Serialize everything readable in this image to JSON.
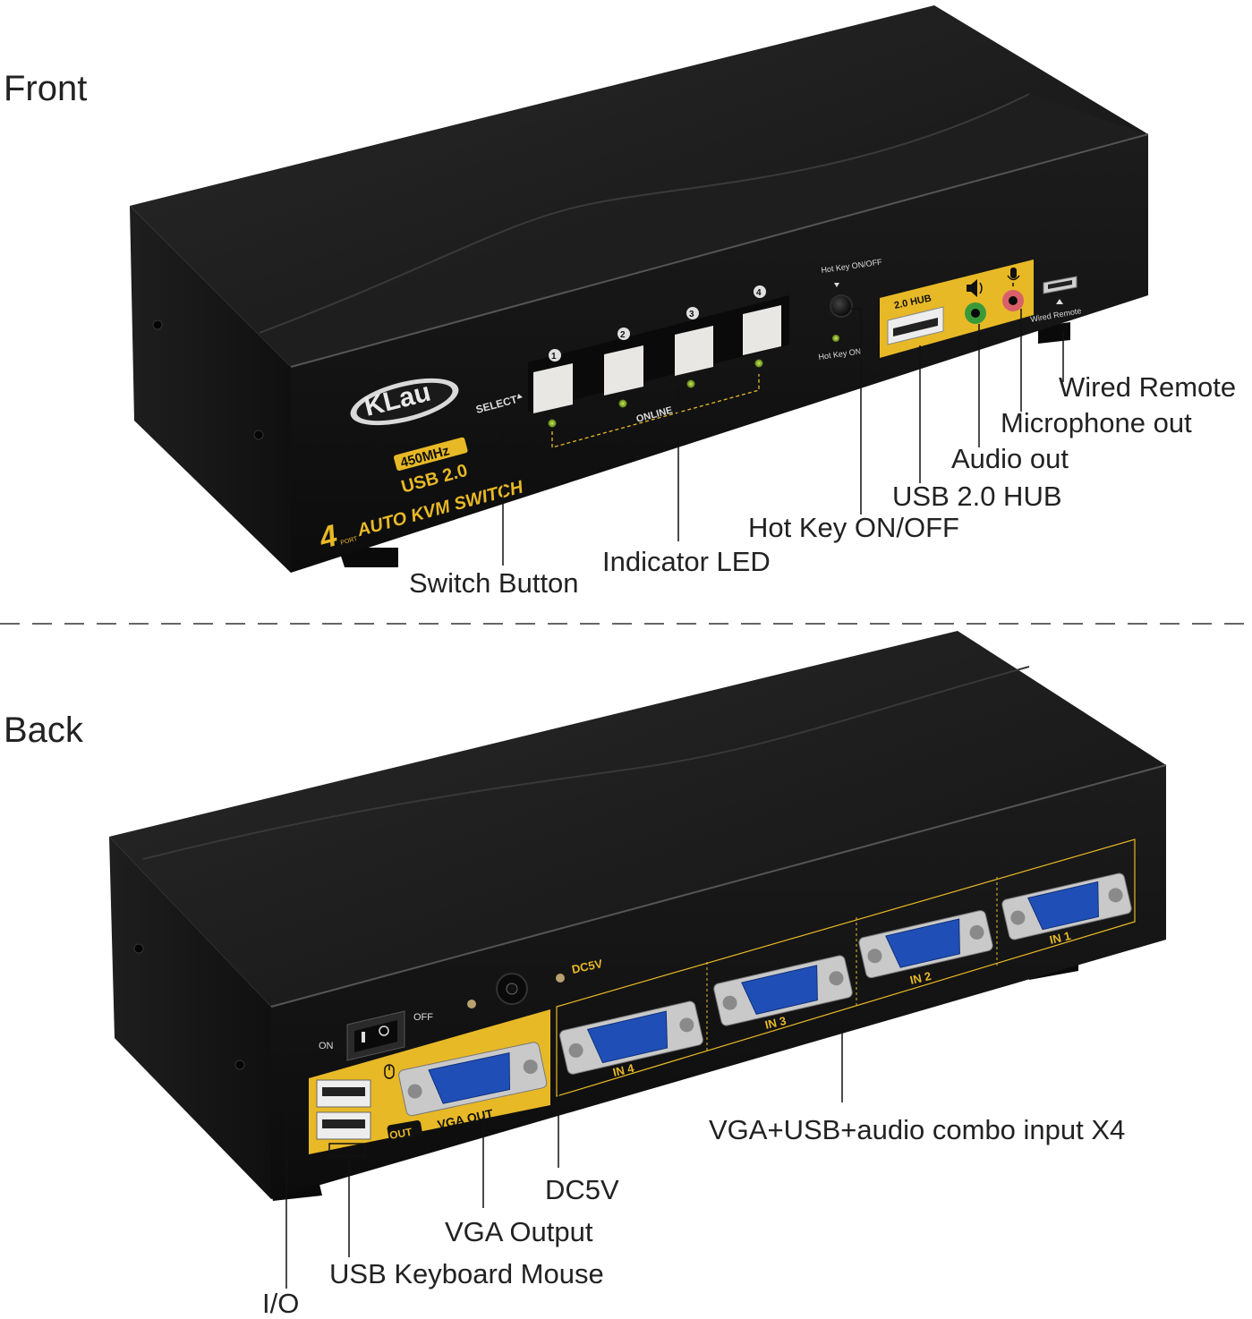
{
  "sections": {
    "front_title": "Front",
    "back_title": "Back"
  },
  "front": {
    "brand": "KLau",
    "product": {
      "freq": "450MHz",
      "usb": "USB 2.0",
      "name": "AUTO KVM SWITCH",
      "port_count": "4",
      "port_word": "PORT"
    },
    "select_label": "SELECT",
    "online_label": "ONLINE",
    "buttons": [
      "1",
      "2",
      "3",
      "4"
    ],
    "hotkey_onoff_label": "Hot Key ON/OFF",
    "hotkey_on_label": "Hot Key ON",
    "hub_label": "2.0 HUB",
    "remote_label": "Wired Remote",
    "callouts": {
      "wired_remote": "Wired Remote",
      "mic_out": "Microphone out",
      "audio_out": "Audio out",
      "usb_hub": "USB 2.0 HUB",
      "hotkey": "Hot Key ON/OFF",
      "indicator": "Indicator LED",
      "switch_button": "Switch Button"
    }
  },
  "back": {
    "on_label": "ON",
    "off_label": "OFF",
    "dc_label": "DC5V",
    "vga_out_label": "VGA OUT",
    "out_label": "OUT",
    "inputs": [
      "IN 4",
      "IN 3",
      "IN 2",
      "IN 1"
    ],
    "callouts": {
      "combo": "VGA+USB+audio combo input X4",
      "dc5v": "DC5V",
      "vga_output": "VGA Output",
      "usb_km": "USB Keyboard Mouse",
      "io": "I/O"
    }
  },
  "colors": {
    "case": "#161616",
    "gold": "#e8b926",
    "vga_blue": "#1f4fb6",
    "led_green": "#8bbb2c",
    "jack_green": "#3a9a3a",
    "jack_pink": "#d8606a",
    "button": "#e9e7e3"
  }
}
